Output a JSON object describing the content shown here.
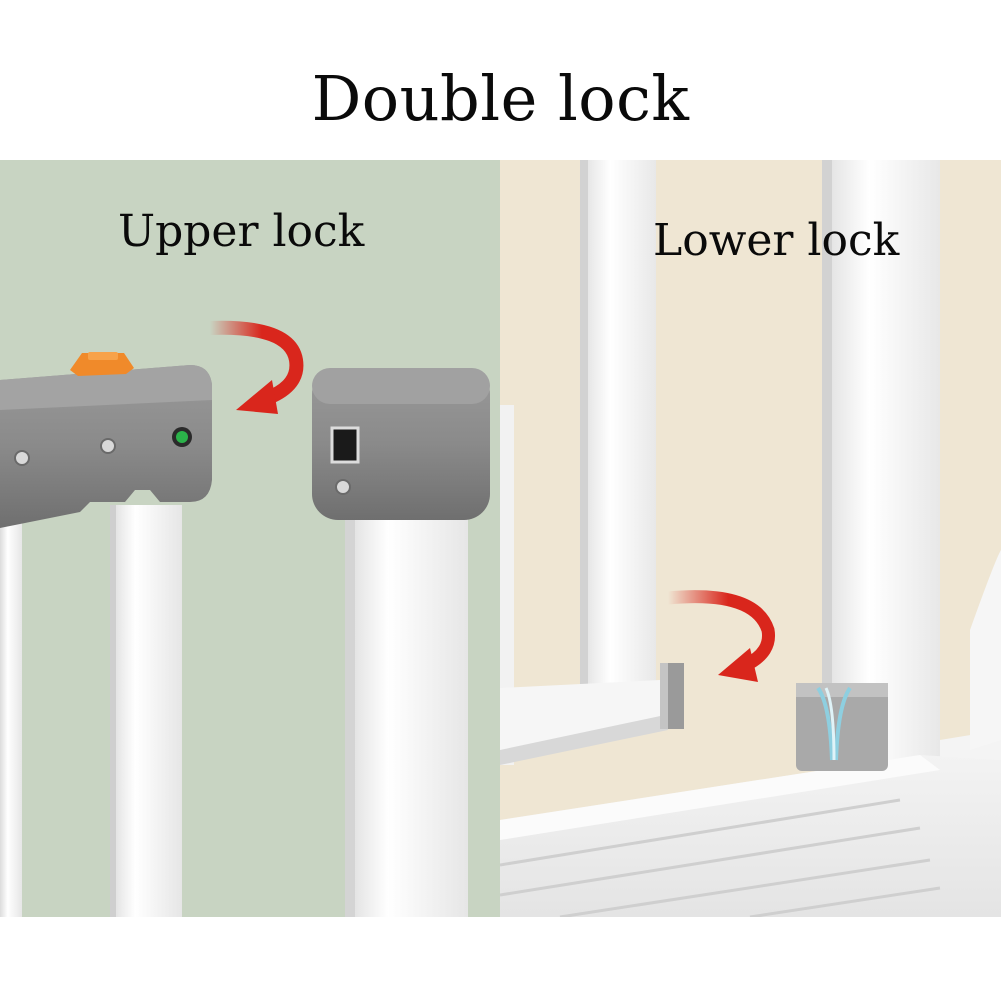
{
  "title": "Double lock",
  "panels": {
    "upper": {
      "label": "Upper lock",
      "background": "#c8d4c2"
    },
    "lower": {
      "label": "Lower lock",
      "background": "#efe6d3"
    }
  },
  "colors": {
    "frame": "#f4f4f4",
    "lock_body": "#8a8a8a",
    "latch_button": "#f08a2a",
    "indicator": "#2bb34a",
    "arrow": "#d9261c"
  },
  "icons": [
    "curved-arrow-icon",
    "curved-arrow-icon"
  ]
}
